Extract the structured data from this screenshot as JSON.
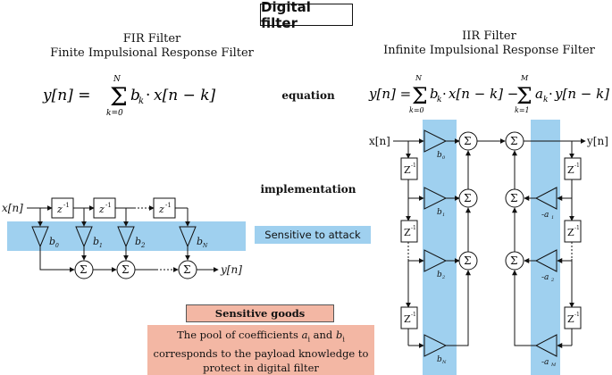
{
  "title": "Digital filter",
  "fir": {
    "heading_line1": "FIR Filter",
    "heading_line2": "Finite Impulsional Response Filter",
    "equation": "y[n] = Σ_{k=0}^{N} b_k · x[n − k]",
    "input_label": "x[n]",
    "output_label": "y[n]",
    "delay_label": "z",
    "delay_exp": "-1",
    "sum_symbol": "Σ",
    "coefficients": [
      {
        "base": "b",
        "sub": "0"
      },
      {
        "base": "b",
        "sub": "1"
      },
      {
        "base": "b",
        "sub": "2"
      },
      {
        "base": "b",
        "sub": "N"
      }
    ]
  },
  "iir": {
    "heading_line1": "IIR Filter",
    "heading_line2": "Infinite Impulsional Response Filter",
    "equation": "y[n] = Σ_{k=0}^{N} b_k · x[n − k] − Σ_{k=1}^{M} a_k · y[n − k]",
    "input_label": "x[n]",
    "output_label": "y[n]",
    "delay_label": "Z",
    "delay_exp": "-1",
    "sum_symbol": "Σ",
    "feedforward": [
      {
        "base": "b",
        "sub": "0"
      },
      {
        "base": "b",
        "sub": "1"
      },
      {
        "base": "b",
        "sub": "2"
      },
      {
        "base": "b",
        "sub": "N"
      }
    ],
    "feedback": [
      {
        "base": "-a",
        "sub": "1"
      },
      {
        "base": "-a",
        "sub": "2"
      },
      {
        "base": "-a",
        "sub": "M"
      }
    ]
  },
  "labels": {
    "equation": "equation",
    "implementation": "implementation",
    "sensitive_to_attack": "Sensitive to attack",
    "sensitive_goods": "Sensitive goods",
    "pool_line1_pre": "The pool of coefficients ",
    "pool_a": "a",
    "pool_a_sub": "i",
    "pool_and": " and ",
    "pool_b": "b",
    "pool_b_sub": "i",
    "pool_line2": "corresponds to the payload knowledge to",
    "pool_line3": "protect in digital filter"
  },
  "colors": {
    "highlight_blue": "#9fd0ef",
    "highlight_salmon": "#f3b7a4",
    "stroke": "#111111"
  }
}
